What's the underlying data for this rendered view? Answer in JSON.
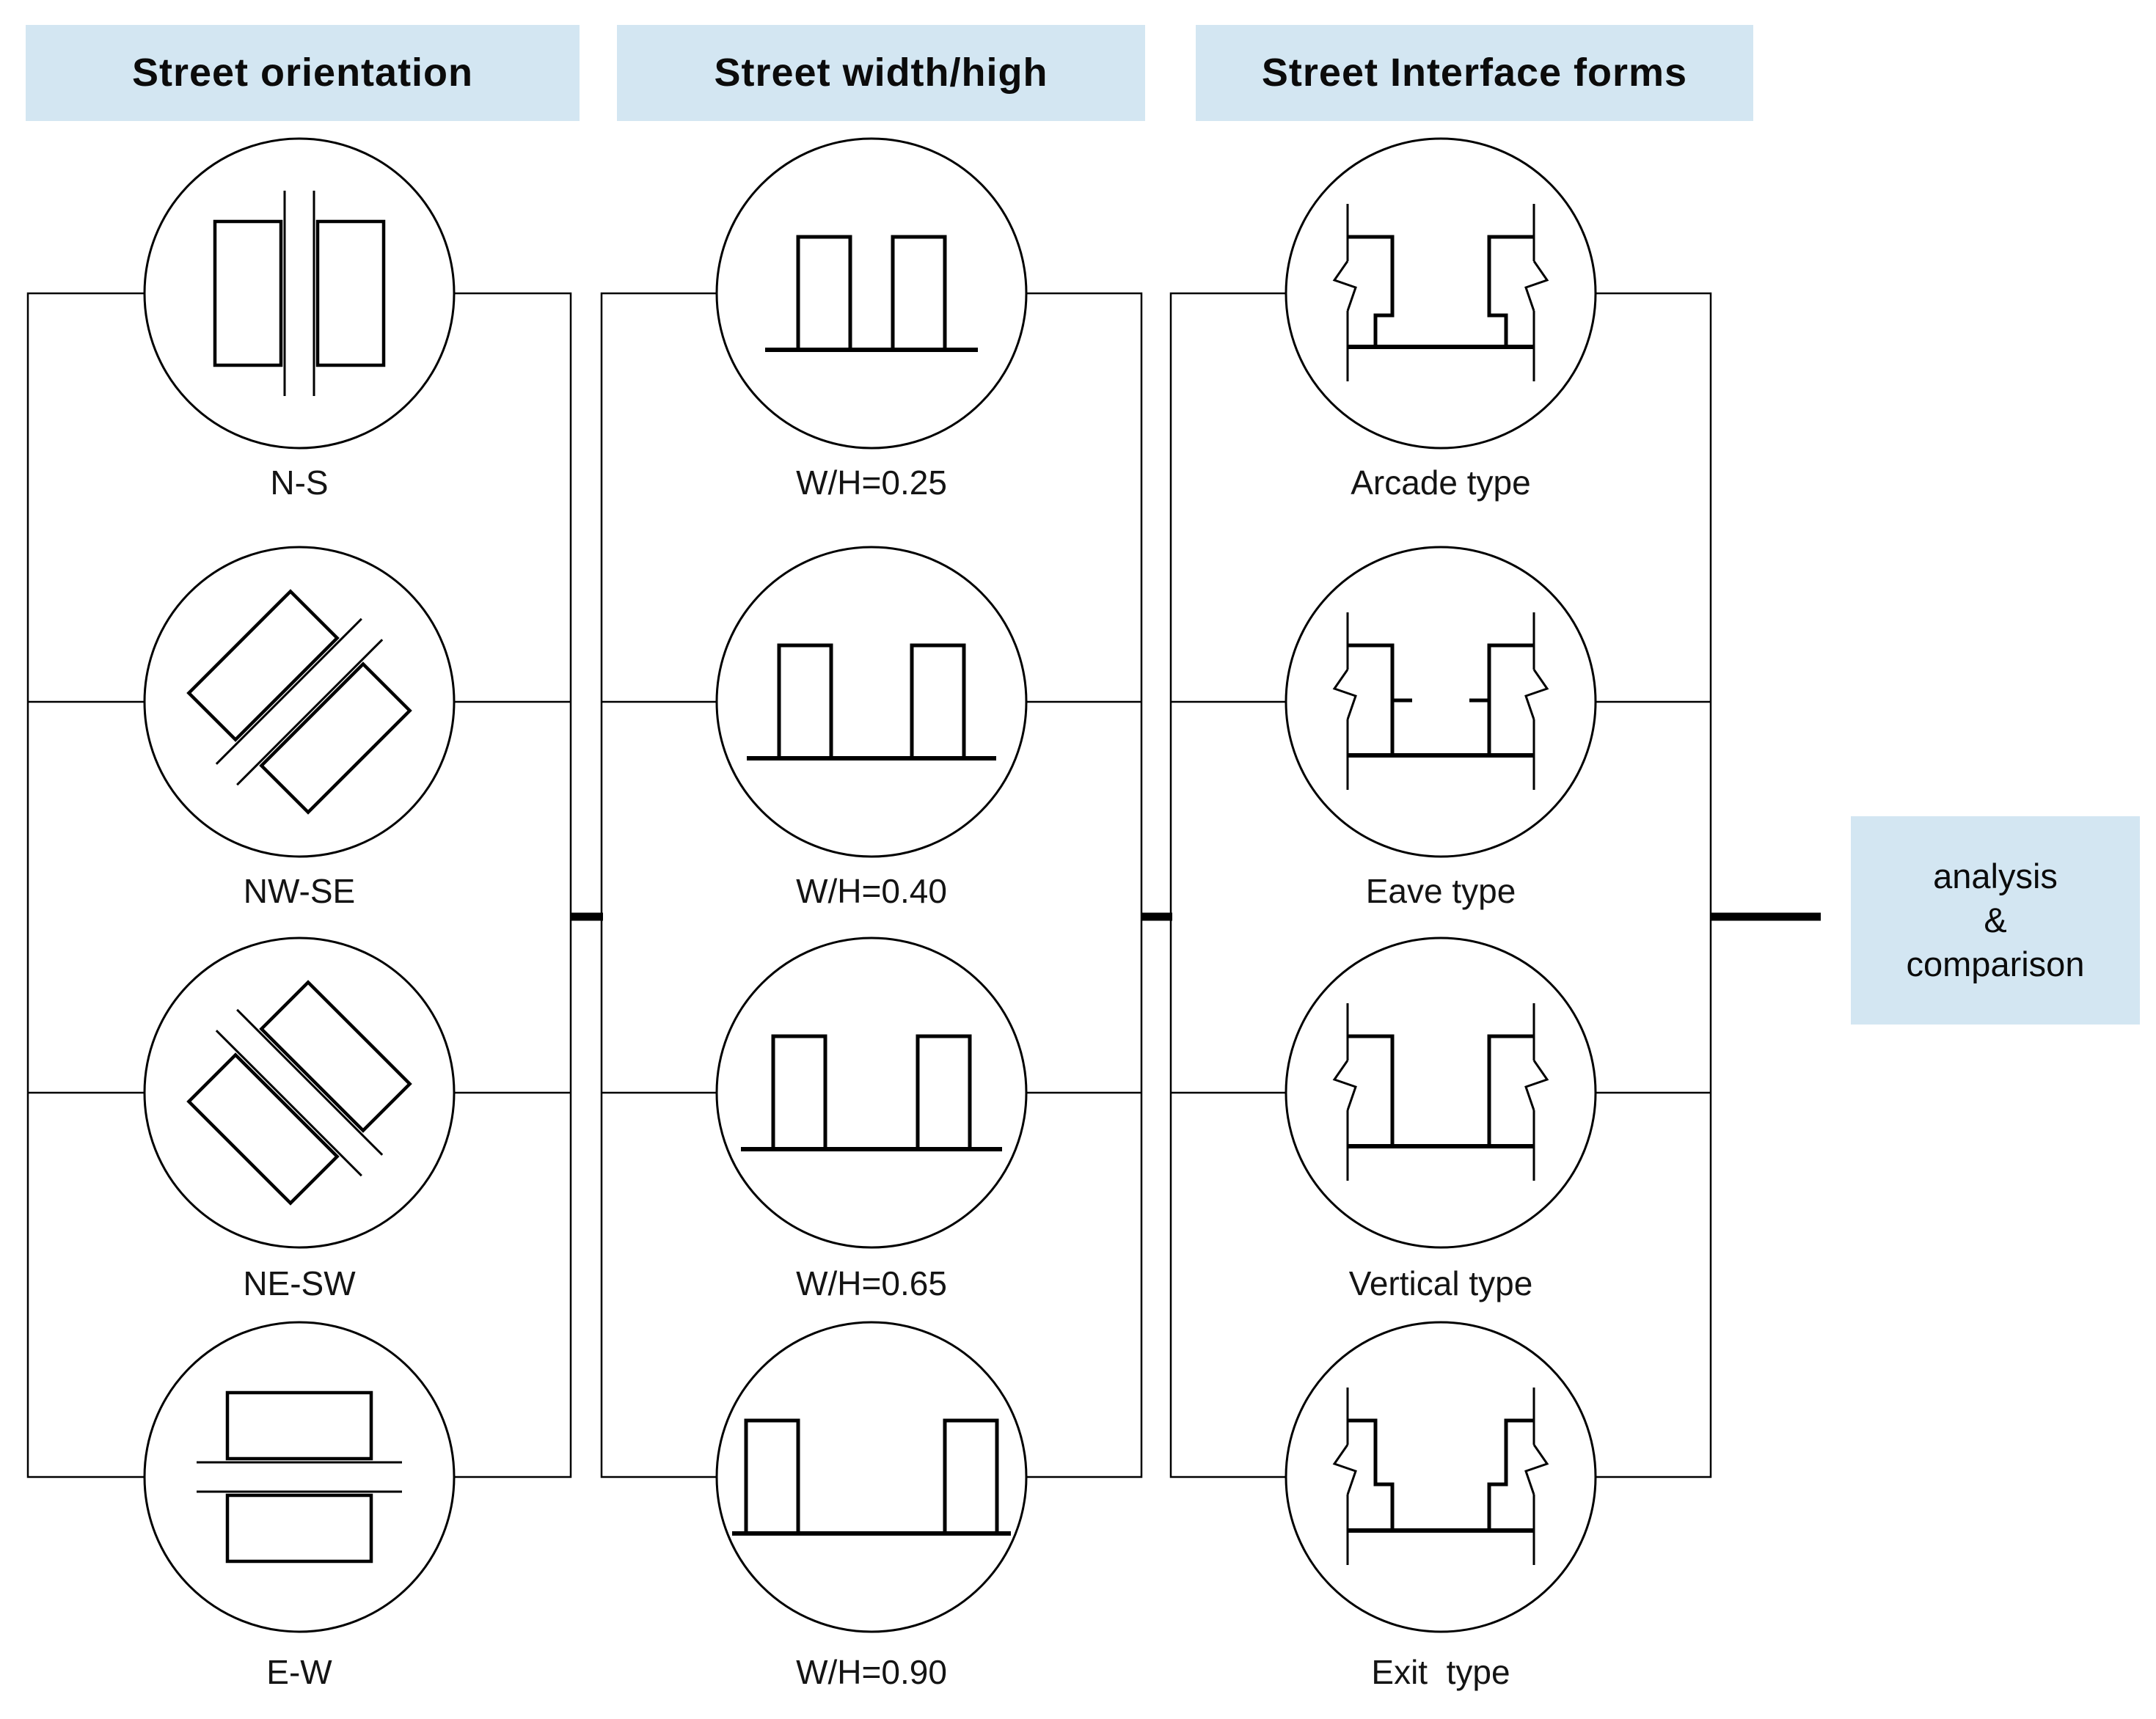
{
  "columns": [
    {
      "header": "Street orientation",
      "items": [
        "N-S",
        "NW-SE",
        "NE-SW",
        "E-W"
      ],
      "diagrams": [
        "plan-two-blocks-vertical-street",
        "plan-two-blocks-diagonal-street-nw-se",
        "plan-two-blocks-diagonal-street-ne-sw",
        "plan-two-blocks-horizontal-street"
      ]
    },
    {
      "header": "Street width/high",
      "items": [
        "W/H=0.25",
        "W/H=0.40",
        "W/H=0.65",
        "W/H=0.90"
      ],
      "diagrams": [
        "section-narrow-street",
        "section-medium-street",
        "section-wide-street",
        "section-widest-street"
      ]
    },
    {
      "header": "Street Interface forms",
      "items": [
        "Arcade type",
        "Eave type",
        "Vertical type",
        "Exit  type"
      ],
      "diagrams": [
        "section-arcade-facade",
        "section-eave-facade",
        "section-vertical-facade",
        "section-exit-facade"
      ]
    }
  ],
  "result_box": {
    "lines": [
      "analysis",
      "&",
      "comparison"
    ]
  },
  "colors": {
    "panel_blue": "#d3e6f2",
    "ink": "#000000"
  }
}
